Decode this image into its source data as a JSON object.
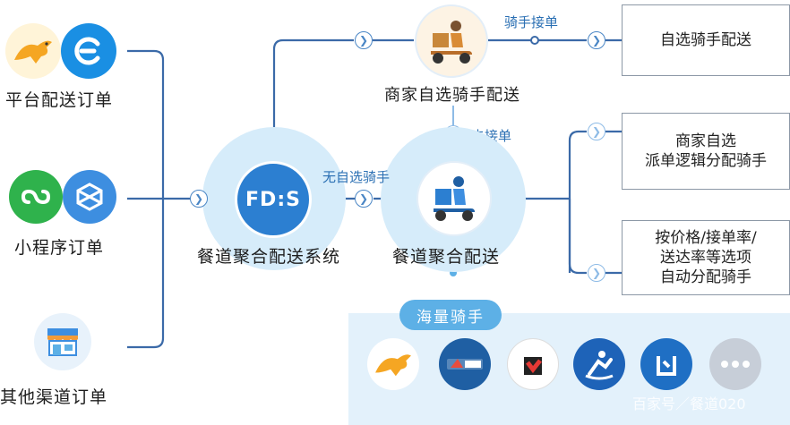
{
  "sources": {
    "platform": {
      "label": "平台配送订单"
    },
    "miniprogram": {
      "label": "小程序订单"
    },
    "other": {
      "label": "其他渠道订单"
    }
  },
  "system": {
    "logo_text": "FD:S",
    "label": "餐道聚合配送系统"
  },
  "merchant_rider": {
    "label": "商家自选骑手配送"
  },
  "aggregate": {
    "label": "餐道聚合配送"
  },
  "edges": {
    "rider_accept": "骑手接单",
    "not_accepted": "未接单",
    "no_self_rider": "无自选骑手"
  },
  "outcomes": {
    "self_rider": "自选骑手配送",
    "merchant_logic": [
      "商家自选",
      "派单逻辑分配骑手"
    ],
    "auto_assign": [
      "按价格/接单率/",
      "送达率等选项",
      "自动分配骑手"
    ]
  },
  "riders": {
    "title": "海量骑手",
    "logos": [
      "kangaroo-logo",
      "dada-logo",
      "shansong-logo",
      "dianwoda-logo",
      "uu-logo",
      "more-logo"
    ]
  },
  "watermark": "百家号／餐道020",
  "colors": {
    "line": "#3b6aa8",
    "accent": "#4a86c5",
    "halo": "#d6ecfa",
    "pill": "#5db0e6"
  }
}
